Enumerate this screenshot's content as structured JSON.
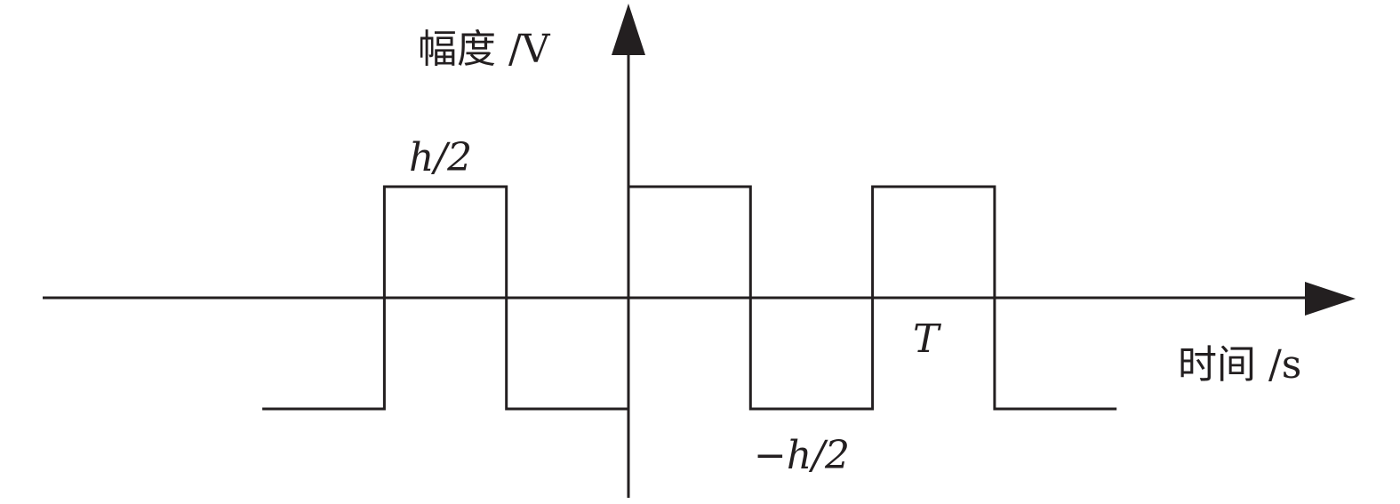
{
  "labels": {
    "y_axis": "幅度 /V",
    "x_axis": "时间 /s",
    "high_level": "h/2",
    "low_level": "−h/2",
    "period": "T"
  },
  "colors": {
    "stroke": "#231f20"
  },
  "square_wave": {
    "high": 0.5,
    "low": -0.5,
    "transitions": [
      -2,
      -1,
      0,
      1,
      2,
      3
    ],
    "start": -3,
    "end": 4,
    "initial_level": "low"
  }
}
